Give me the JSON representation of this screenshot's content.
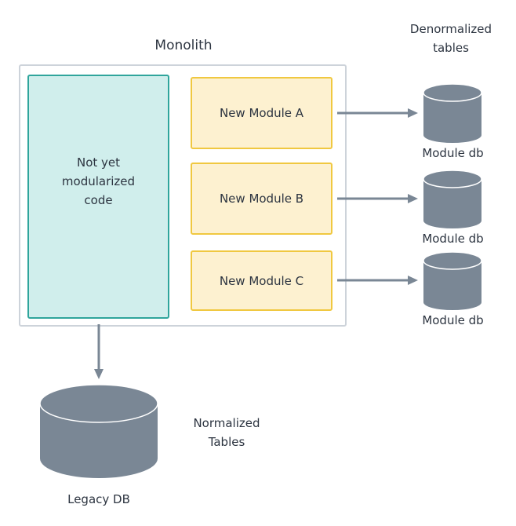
{
  "diagram": {
    "monolith_label": "Monolith",
    "legacy_code_label": "Not yet\nmodularized\ncode",
    "modules": [
      {
        "label": "New Module A",
        "db_label": "Module db"
      },
      {
        "label": "New Module B",
        "db_label": "Module db"
      },
      {
        "label": "New Module C",
        "db_label": "Module db"
      }
    ],
    "denormalized_label": "Denormalized\ntables",
    "legacy_db_label": "Legacy DB",
    "normalized_label": "Normalized\nTables"
  },
  "colors": {
    "db": "#7a8795",
    "arrow": "#7a8795",
    "module_fill": "#fdf1d0",
    "module_border": "#f0c840",
    "legacy_fill": "#d0eeec",
    "legacy_border": "#2fa59c",
    "monolith_border": "#cdd3da"
  }
}
